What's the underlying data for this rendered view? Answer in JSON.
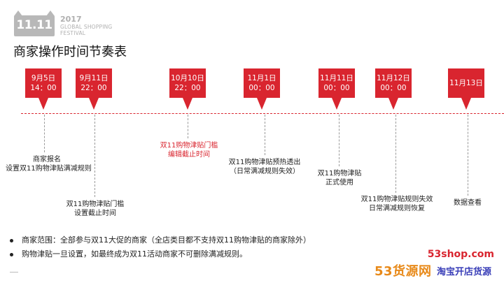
{
  "logo": {
    "number": "11.11",
    "year": "2017",
    "line1": "GLOBAL SHOPPING",
    "line2": "FESTIVAL"
  },
  "title": "商家操作时间节奏表",
  "markers": [
    {
      "date": "9月5日",
      "time": "14：00"
    },
    {
      "date": "9月11日",
      "time": "22：00"
    },
    {
      "date": "10月10日",
      "time": "22：00"
    },
    {
      "date": "11月1日",
      "time": "00：00"
    },
    {
      "date": "11月11日",
      "time": "00：00"
    },
    {
      "date": "11月12日",
      "time": "00：00"
    },
    {
      "date": "11月13日",
      "time": ""
    }
  ],
  "notes": [
    {
      "lines": [
        "商家报名",
        "设置双11购物津贴满减规则"
      ]
    },
    {
      "lines": [
        "双11购物津贴门槛",
        "设置截止时间"
      ]
    },
    {
      "lines": [
        "双11购物津贴门槛",
        "编辑截止时间"
      ]
    },
    {
      "lines": [
        "双11购物津贴预热透出",
        "（日常满减规则失效）"
      ]
    },
    {
      "lines": [
        "双11购物津贴",
        "正式使用"
      ]
    },
    {
      "lines": [
        "双11购物津贴规则失效",
        "日常满减规则恢复"
      ]
    },
    {
      "lines": [
        "数据查看"
      ]
    }
  ],
  "bullets": [
    "商家范围：全部参与双11大促的商家（全店类目都不支持双11购物津贴的商家除外）",
    "购物津贴一旦设置，如最终成为双11活动商家不可删除满减规则。"
  ],
  "watermark": {
    "site": "53shop.com",
    "brand": "53货源网",
    "tag": "淘宝开店货源"
  },
  "colors": {
    "accent": "#d9252f",
    "logo_gray": "#b8b8b8"
  }
}
